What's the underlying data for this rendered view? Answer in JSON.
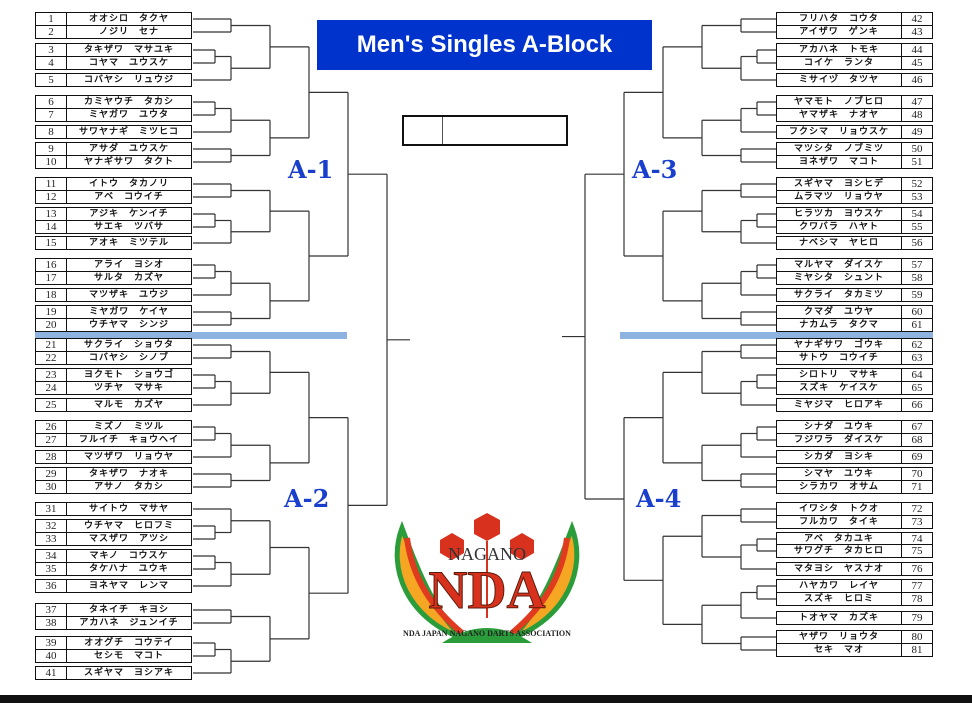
{
  "title": "Men's Singles A-Block",
  "blocks": {
    "a1": "A-1",
    "a2": "A-2",
    "a3": "A-3",
    "a4": "A-4"
  },
  "logo": {
    "top": "NAGANO",
    "main": "NDA",
    "bottom": "NDA JAPAN NAGANO DARTS ASSOCIATION"
  },
  "colors": {
    "title_bg": "#0033cc",
    "block_label": "#1a3fcc",
    "divider": "#8fb3e0"
  },
  "players": {
    "1": "オオシロ　タクヤ",
    "2": "ノジリ　セナ",
    "3": "タキザワ　マサユキ",
    "4": "コヤマ　ユウスケ",
    "5": "コバヤシ　リュウジ",
    "6": "カミヤウチ　タカシ",
    "7": "ミヤガワ　ユウタ",
    "8": "サワヤナギ　ミツヒコ",
    "9": "アサダ　ユウスケ",
    "10": "ヤナギサワ　タクト",
    "11": "イトウ　タカノリ",
    "12": "アベ　コウイチ",
    "13": "アジキ　ケンイチ",
    "14": "サエキ　ツバサ",
    "15": "アオキ　ミツテル",
    "16": "アライ　ヨシオ",
    "17": "サルタ　カズヤ",
    "18": "マツザキ　ユウジ",
    "19": "ミヤガワ　ケイヤ",
    "20": "ウチヤマ　シンジ",
    "21": "サクライ　ショウタ",
    "22": "コバヤシ　シノブ",
    "23": "ヨクモト　ショウゴ",
    "24": "ツチヤ　マサキ",
    "25": "マルモ　カズヤ",
    "26": "ミズノ　ミツル",
    "27": "フルイチ　キョウヘイ",
    "28": "マツザワ　リョウヤ",
    "29": "タキザワ　ナオキ",
    "30": "アサノ　タカシ",
    "31": "サイトウ　マサヤ",
    "32": "ウチヤマ　ヒロフミ",
    "33": "マスザワ　アツシ",
    "34": "マキノ　コウスケ",
    "35": "タケハナ　ユウキ",
    "36": "ヨネヤマ　レンマ",
    "37": "タネイチ　キヨシ",
    "38": "アカハネ　ジュンイチ",
    "39": "オオグチ　コウテイ",
    "40": "セシモ　マコト",
    "41": "スギヤマ　ヨシアキ",
    "42": "フリハタ　コウタ",
    "43": "アイザワ　ゲンキ",
    "44": "アカハネ　トモキ",
    "45": "コイケ　ランタ",
    "46": "ミサイヅ　タツヤ",
    "47": "ヤマモト　ノブヒロ",
    "48": "ヤマザキ　ナオヤ",
    "49": "フクシマ　リョウスケ",
    "50": "マツシタ　ノブミツ",
    "51": "ヨネザワ　マコト",
    "52": "スギヤマ　ヨシヒデ",
    "53": "ムラマツ　リョウヤ",
    "54": "ヒラツカ　ヨウスケ",
    "55": "クワバラ　ハヤト",
    "56": "ナベシマ　ヤヒロ",
    "57": "マルヤマ　ダイスケ",
    "58": "ミヤシタ　シュント",
    "59": "サクライ　タカミツ",
    "60": "クマダ　ユウヤ",
    "61": "ナカムラ　タクマ",
    "62": "ヤナギサワ　ゴウキ",
    "63": "サトウ　コウイチ",
    "64": "シロトリ　マサキ",
    "65": "スズキ　ケイスケ",
    "66": "ミヤジマ　ヒロアキ",
    "67": "シナダ　ユウキ",
    "68": "フジワラ　ダイスケ",
    "69": "シカダ　ヨシキ",
    "70": "シマヤ　ユウキ",
    "71": "シラカワ　オサム",
    "72": "イワシタ　トクオ",
    "73": "フルカワ　タイキ",
    "74": "アベ　タカユキ",
    "75": "サワグチ　タカヒロ",
    "76": "マタヨシ　ヤスナオ",
    "77": "ハヤカワ　レイヤ",
    "78": "スズキ　ヒロミ",
    "79": "トオヤマ　カズキ",
    "80": "ヤザワ　リョウタ",
    "81": "セキ　マオ"
  },
  "bracket": {
    "a1": [
      [
        [
          [
            1,
            2
          ],
          [
            [
              3,
              4
            ],
            5
          ]
        ],
        [
          [
            [
              6,
              7
            ],
            8
          ],
          [
            9,
            10
          ]
        ]
      ],
      [
        [
          [
            11,
            12
          ],
          [
            [
              13,
              14
            ],
            15
          ]
        ],
        [
          [
            [
              16,
              17
            ],
            18
          ],
          [
            19,
            20
          ]
        ]
      ]
    ],
    "a2": [
      [
        [
          [
            21,
            22
          ],
          [
            [
              23,
              24
            ],
            25
          ]
        ],
        [
          [
            [
              26,
              27
            ],
            28
          ],
          [
            29,
            30
          ]
        ]
      ],
      [
        [
          [
            31,
            [
              32,
              33
            ]
          ],
          [
            [
              34,
              35
            ],
            36
          ]
        ],
        [
          [
            37,
            38
          ],
          [
            [
              39,
              40
            ],
            41
          ]
        ]
      ]
    ],
    "a3": [
      [
        [
          [
            42,
            43
          ],
          [
            [
              44,
              45
            ],
            46
          ]
        ],
        [
          [
            [
              47,
              48
            ],
            49
          ],
          [
            50,
            51
          ]
        ]
      ],
      [
        [
          [
            52,
            53
          ],
          [
            [
              54,
              55
            ],
            56
          ]
        ],
        [
          [
            [
              57,
              58
            ],
            59
          ],
          [
            60,
            61
          ]
        ]
      ]
    ],
    "a4": [
      [
        [
          [
            62,
            63
          ],
          [
            [
              64,
              65
            ],
            66
          ]
        ],
        [
          [
            [
              67,
              68
            ],
            69
          ],
          [
            70,
            71
          ]
        ]
      ],
      [
        [
          [
            72,
            73
          ],
          [
            [
              74,
              75
            ],
            76
          ]
        ],
        [
          [
            [
              77,
              78
            ],
            79
          ],
          [
            80,
            81
          ]
        ]
      ]
    ]
  }
}
